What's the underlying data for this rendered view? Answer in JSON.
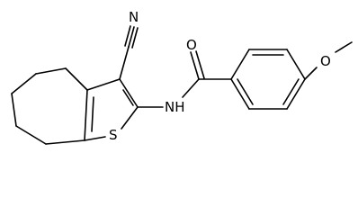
{
  "molecule": {
    "atoms": {
      "nitrile_n": "N",
      "carbonyl_o": "O",
      "amide_nh": "NH",
      "methoxy_o": "O",
      "thiophene_s": "S"
    }
  }
}
